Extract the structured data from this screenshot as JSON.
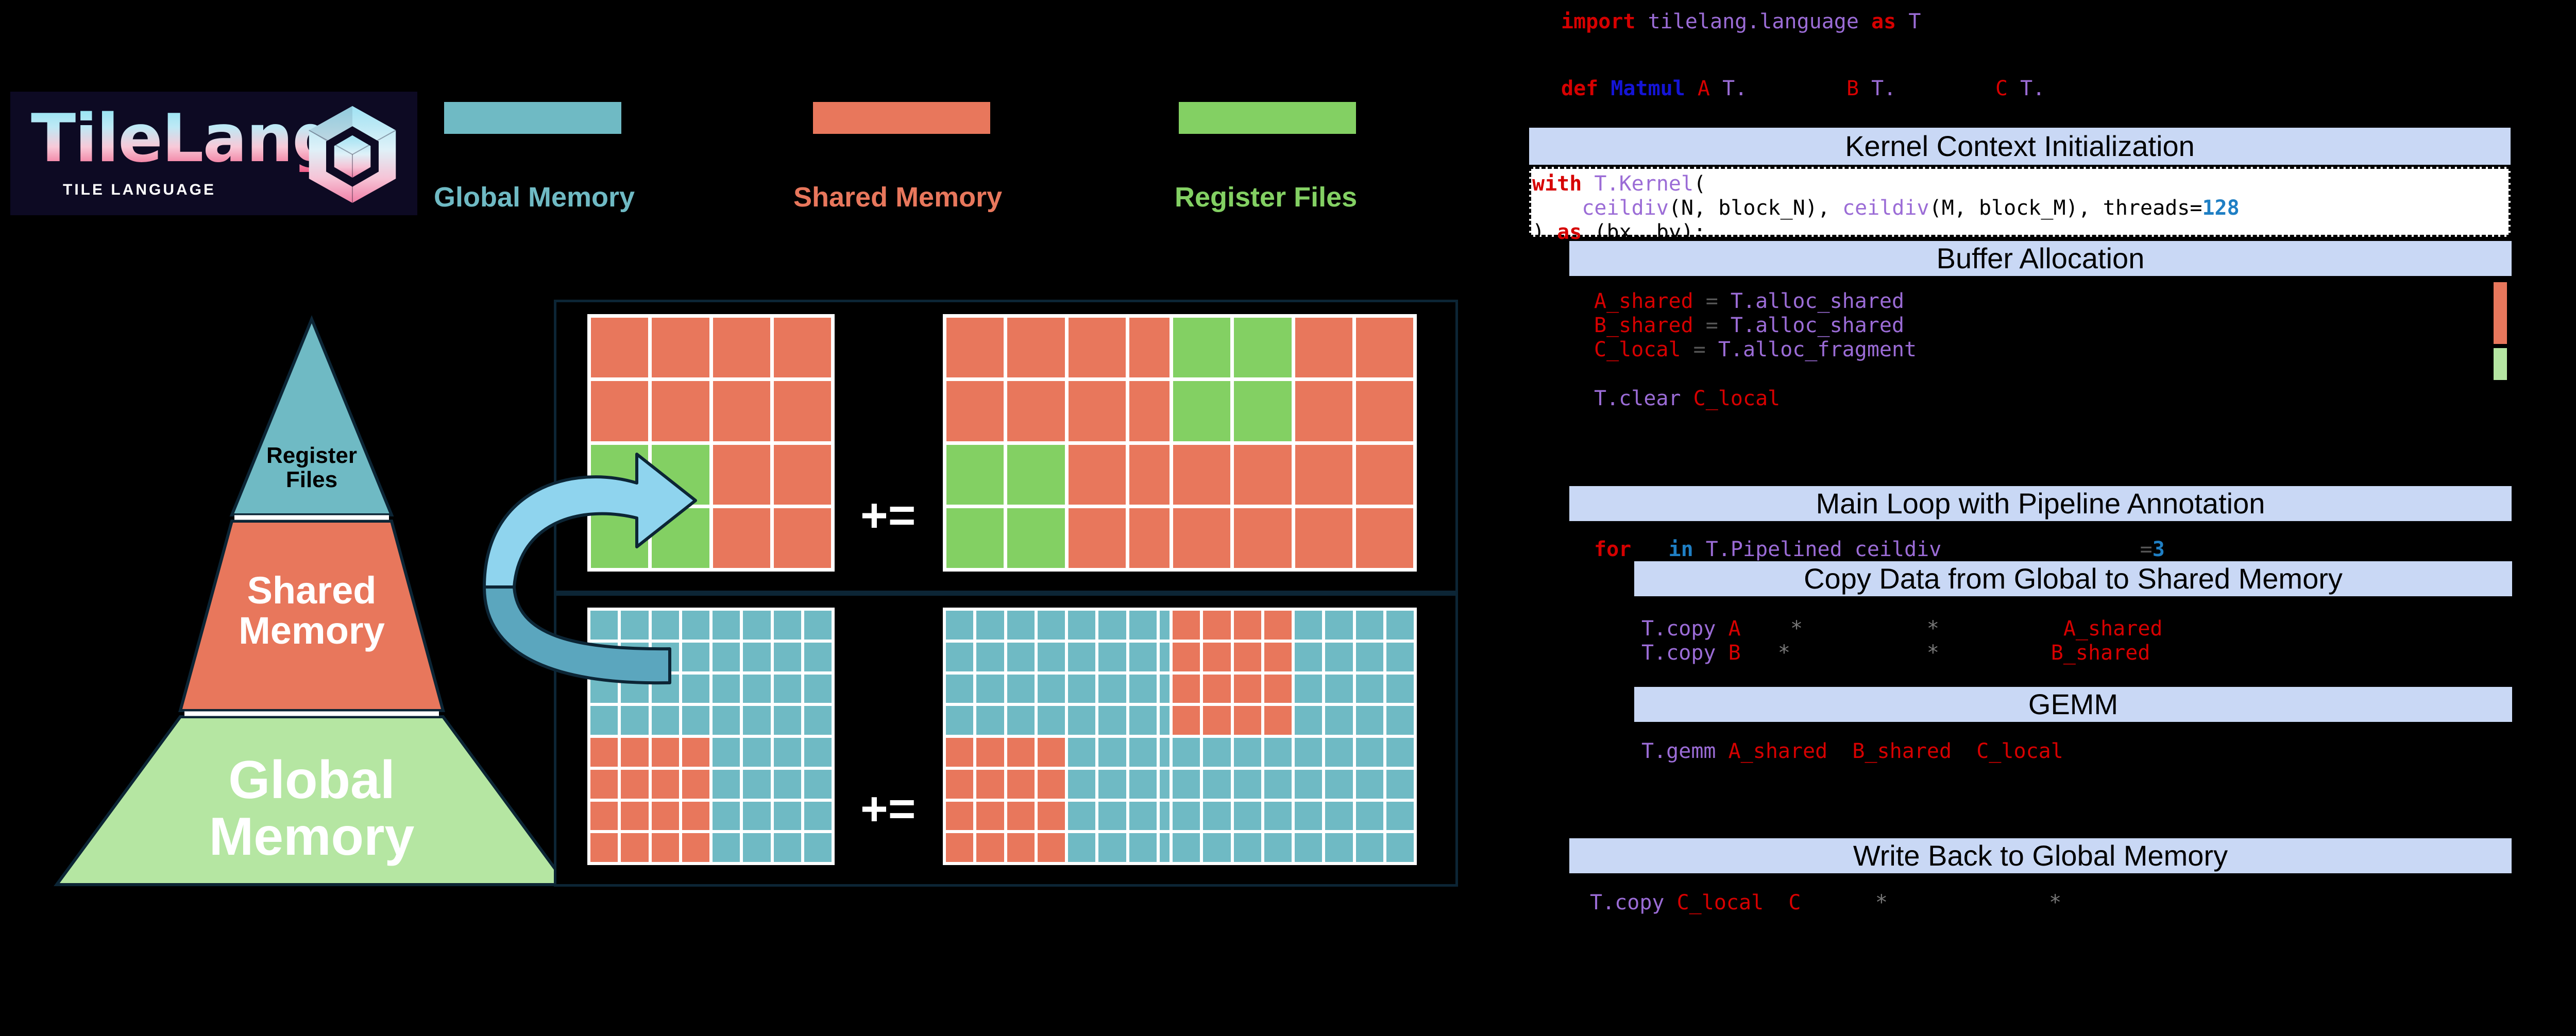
{
  "logo": {
    "wordmark": "TileLang",
    "tagline": "TILE LANGUAGE",
    "mark_name": "hexagon-cube-icon"
  },
  "legend": {
    "items": [
      {
        "label": "Global Memory",
        "color": "#6FBAC4"
      },
      {
        "label": "Shared Memory",
        "color": "#E8775C"
      },
      {
        "label": "Register Files",
        "color": "#83D063"
      }
    ]
  },
  "pyramid": {
    "levels": [
      {
        "label": "Register\nFiles",
        "color": "#B5E6A2",
        "text_color": "#000000",
        "font_size": 44
      },
      {
        "label": "Shared\nMemory",
        "color": "#E8775C",
        "text_color": "#FFFFFF",
        "font_size": 74
      },
      {
        "label": "Global\nMemory",
        "color": "#6FBAC4",
        "text_color": "#FFFFFF",
        "font_size": 104
      }
    ]
  },
  "operators": {
    "accumulate": "+=",
    "multiply": "×"
  },
  "matrix_diagram": {
    "top_row": {
      "name": "register-tile-row",
      "grid_size": 4,
      "matrices": [
        {
          "name": "C-fragment",
          "colors": [
            "s",
            "s",
            "s",
            "s",
            "s",
            "s",
            "s",
            "s",
            "g",
            "g",
            "s",
            "s",
            "g",
            "g",
            "s",
            "s"
          ]
        },
        {
          "name": "A-shared",
          "colors": [
            "s",
            "s",
            "s",
            "s",
            "s",
            "s",
            "s",
            "s",
            "g",
            "g",
            "s",
            "s",
            "g",
            "g",
            "s",
            "s"
          ]
        },
        {
          "name": "B-shared",
          "colors": [
            "g",
            "g",
            "s",
            "s",
            "g",
            "g",
            "s",
            "s",
            "s",
            "s",
            "s",
            "s",
            "s",
            "s",
            "s",
            "s"
          ]
        }
      ]
    },
    "bottom_row": {
      "name": "global-tile-row",
      "grid_size": 8,
      "matrices": [
        {
          "name": "C-global",
          "colors": [
            "t",
            "t",
            "t",
            "t",
            "t",
            "t",
            "t",
            "t",
            "t",
            "t",
            "t",
            "t",
            "t",
            "t",
            "t",
            "t",
            "t",
            "t",
            "t",
            "t",
            "t",
            "t",
            "t",
            "t",
            "t",
            "t",
            "t",
            "t",
            "t",
            "t",
            "t",
            "t",
            "s",
            "s",
            "s",
            "s",
            "t",
            "t",
            "t",
            "t",
            "s",
            "s",
            "s",
            "s",
            "t",
            "t",
            "t",
            "t",
            "s",
            "s",
            "s",
            "s",
            "t",
            "t",
            "t",
            "t",
            "s",
            "s",
            "s",
            "s",
            "t",
            "t",
            "t",
            "t"
          ]
        },
        {
          "name": "A-global",
          "colors": [
            "t",
            "t",
            "t",
            "t",
            "t",
            "t",
            "t",
            "t",
            "t",
            "t",
            "t",
            "t",
            "t",
            "t",
            "t",
            "t",
            "t",
            "t",
            "t",
            "t",
            "t",
            "t",
            "t",
            "t",
            "t",
            "t",
            "t",
            "t",
            "t",
            "t",
            "t",
            "t",
            "s",
            "s",
            "s",
            "s",
            "t",
            "t",
            "t",
            "t",
            "s",
            "s",
            "s",
            "s",
            "t",
            "t",
            "t",
            "t",
            "s",
            "s",
            "s",
            "s",
            "t",
            "t",
            "t",
            "t",
            "s",
            "s",
            "s",
            "s",
            "t",
            "t",
            "t",
            "t"
          ]
        },
        {
          "name": "B-global",
          "colors": [
            "s",
            "s",
            "s",
            "s",
            "t",
            "t",
            "t",
            "t",
            "s",
            "s",
            "s",
            "s",
            "t",
            "t",
            "t",
            "t",
            "s",
            "s",
            "s",
            "s",
            "t",
            "t",
            "t",
            "t",
            "s",
            "s",
            "s",
            "s",
            "t",
            "t",
            "t",
            "t",
            "t",
            "t",
            "t",
            "t",
            "t",
            "t",
            "t",
            "t",
            "t",
            "t",
            "t",
            "t",
            "t",
            "t",
            "t",
            "t",
            "t",
            "t",
            "t",
            "t",
            "t",
            "t",
            "t",
            "t",
            "t",
            "t",
            "t",
            "t",
            "t",
            "t",
            "t",
            "t"
          ]
        }
      ]
    },
    "palette": {
      "s": "#E8775C",
      "t": "#6FBAC4",
      "g": "#83D063"
    },
    "arrow_name": "global-to-shared-arrow",
    "arrow_colors": {
      "top": "#8FD4EE",
      "bottom": "#5BA6BE"
    }
  },
  "code": {
    "import_line": {
      "kw": "import",
      "module": "tilelang.language",
      "as_kw": "as",
      "alias": "T"
    },
    "def_line": {
      "kw": "def",
      "name": "Matmul",
      "a": "A",
      "at": "T.",
      "b": "B",
      "bt": "T.",
      "c": "C",
      "ct": "T."
    },
    "sections": [
      {
        "name": "kernel-context-initialization",
        "banner": "Kernel Context Initialization",
        "boxed": true,
        "lines": [
          [
            [
              "kw",
              "with "
            ],
            [
              "mod",
              "T.Kernel"
            ],
            [
              "plain",
              "("
            ]
          ],
          [
            [
              "plain",
              "    "
            ],
            [
              "mod",
              "ceildiv"
            ],
            [
              "plain",
              "(N, block_N), "
            ],
            [
              "mod",
              "ceildiv"
            ],
            [
              "plain",
              "(M, block_M), "
            ],
            [
              "plain",
              "threads="
            ],
            [
              "num",
              "128"
            ]
          ],
          [
            [
              "plain",
              ") "
            ],
            [
              "kw",
              "as"
            ],
            [
              "plain",
              " (bx, by):"
            ]
          ]
        ]
      },
      {
        "name": "buffer-allocation",
        "banner": "Buffer Allocation",
        "boxed": false,
        "lines": [
          [
            [
              "var",
              "A_shared"
            ],
            [
              "op2",
              " = "
            ],
            [
              "mod",
              "T.alloc_shared"
            ]
          ],
          [
            [
              "var",
              "B_shared"
            ],
            [
              "op2",
              " = "
            ],
            [
              "mod",
              "T.alloc_shared"
            ]
          ],
          [
            [
              "var",
              "C_local"
            ],
            [
              "op2",
              " = "
            ],
            [
              "mod",
              "T.alloc_fragment"
            ]
          ],
          [],
          [
            [
              "mod",
              "T.clear "
            ],
            [
              "var",
              "C_local"
            ]
          ]
        ],
        "chips": [
          {
            "color": "#E8775C",
            "name": "shared-memory-chip"
          },
          {
            "color": "#B5E6A2",
            "name": "register-file-chip"
          }
        ]
      },
      {
        "name": "main-loop-with-pipeline-annotation",
        "banner": "Main Loop with Pipeline Annotation",
        "boxed": false,
        "lines": [
          [
            [
              "kw",
              "for "
            ],
            [
              "plain",
              "  "
            ],
            [
              "inkw",
              "in "
            ],
            [
              "mod",
              "T.Pipelined ceildiv"
            ],
            [
              "plain",
              "                "
            ],
            [
              "op2",
              "="
            ],
            [
              "num",
              "3"
            ]
          ]
        ]
      },
      {
        "name": "copy-data-from-global-to-shared-memory",
        "banner": "Copy Data from Global to Shared Memory",
        "boxed": false,
        "lines": [
          [
            [
              "mod",
              "T.copy "
            ],
            [
              "var",
              "A"
            ],
            [
              "plain",
              "    "
            ],
            [
              "star",
              "*"
            ],
            [
              "plain",
              "          "
            ],
            [
              "star",
              "*"
            ],
            [
              "plain",
              "          "
            ],
            [
              "var",
              "A_shared"
            ]
          ],
          [
            [
              "mod",
              "T.copy "
            ],
            [
              "var",
              "B"
            ],
            [
              "plain",
              "   "
            ],
            [
              "star",
              "*"
            ],
            [
              "plain",
              "           "
            ],
            [
              "star",
              "*"
            ],
            [
              "plain",
              "         "
            ],
            [
              "var",
              "B_shared"
            ]
          ]
        ]
      },
      {
        "name": "gemm",
        "banner": "GEMM",
        "boxed": false,
        "lines": [
          [
            [
              "mod",
              "T.gemm "
            ],
            [
              "var",
              "A_shared"
            ],
            [
              "plain",
              "  "
            ],
            [
              "var",
              "B_shared"
            ],
            [
              "plain",
              "  "
            ],
            [
              "var",
              "C_local"
            ]
          ]
        ]
      },
      {
        "name": "write-back-to-global-memory",
        "banner": "Write Back to Global Memory",
        "boxed": false,
        "lines": [
          [
            [
              "mod",
              "T.copy "
            ],
            [
              "var",
              "C_local"
            ],
            [
              "plain",
              "  "
            ],
            [
              "var",
              "C"
            ],
            [
              "plain",
              "      "
            ],
            [
              "star",
              "*"
            ],
            [
              "plain",
              "             "
            ],
            [
              "star",
              "*"
            ]
          ]
        ]
      }
    ]
  }
}
